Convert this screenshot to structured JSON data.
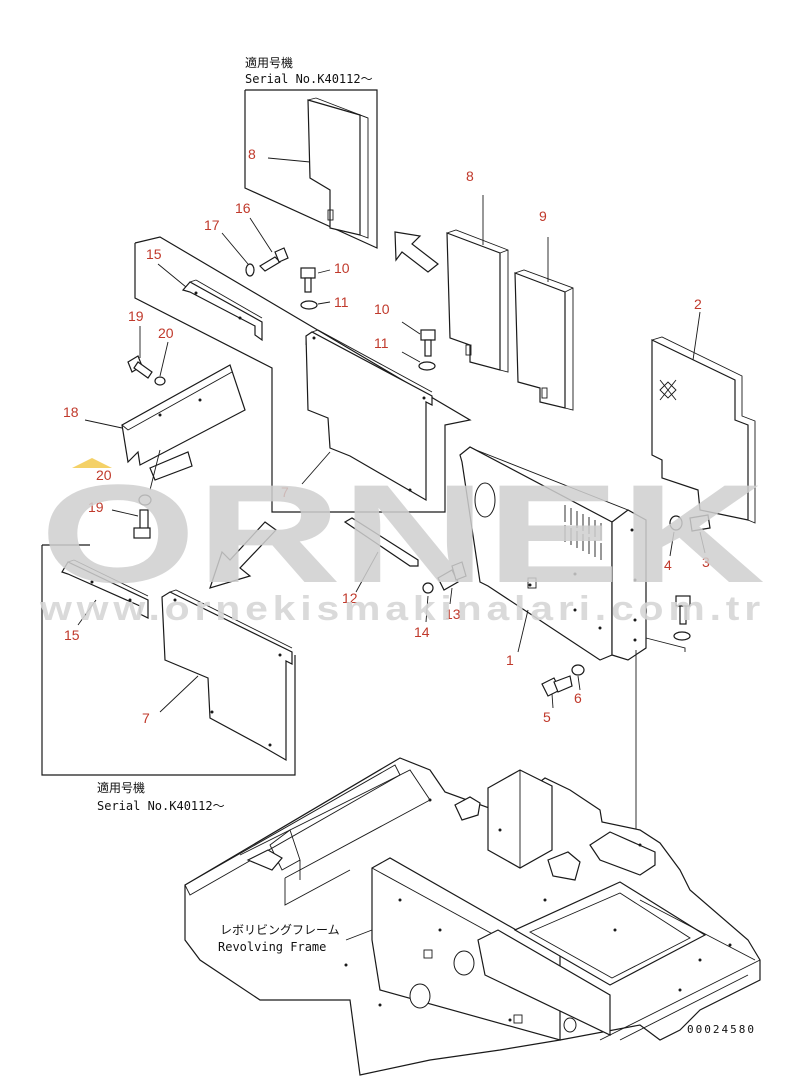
{
  "notes": {
    "applicable_top_jp": "適用号機",
    "applicable_top_serial": "Serial No.K40112～",
    "applicable_bottom_jp": "適用号機",
    "applicable_bottom_serial": "Serial No.K40112～",
    "frame_jp": "レボリビングフレーム",
    "frame_en": "Revolving Frame",
    "drawing_no": "00024580"
  },
  "callouts": {
    "c1": "1",
    "c2": "2",
    "c3": "3",
    "c4": "4",
    "c5": "5",
    "c6": "6",
    "c7a": "7",
    "c7b": "7",
    "c8a": "8",
    "c8b": "8",
    "c9": "9",
    "c10a": "10",
    "c10b": "10",
    "c11a": "11",
    "c11b": "11",
    "c12": "12",
    "c13": "13",
    "c14": "14",
    "c15a": "15",
    "c15b": "15",
    "c16": "16",
    "c17": "17",
    "c18": "18",
    "c19a": "19",
    "c19b": "19",
    "c20a": "20",
    "c20b": "20"
  },
  "watermark": {
    "brand": "ORNEK",
    "url": "www.ornekismakinalari.com.tr",
    "accent_color": "#f2c94c"
  }
}
